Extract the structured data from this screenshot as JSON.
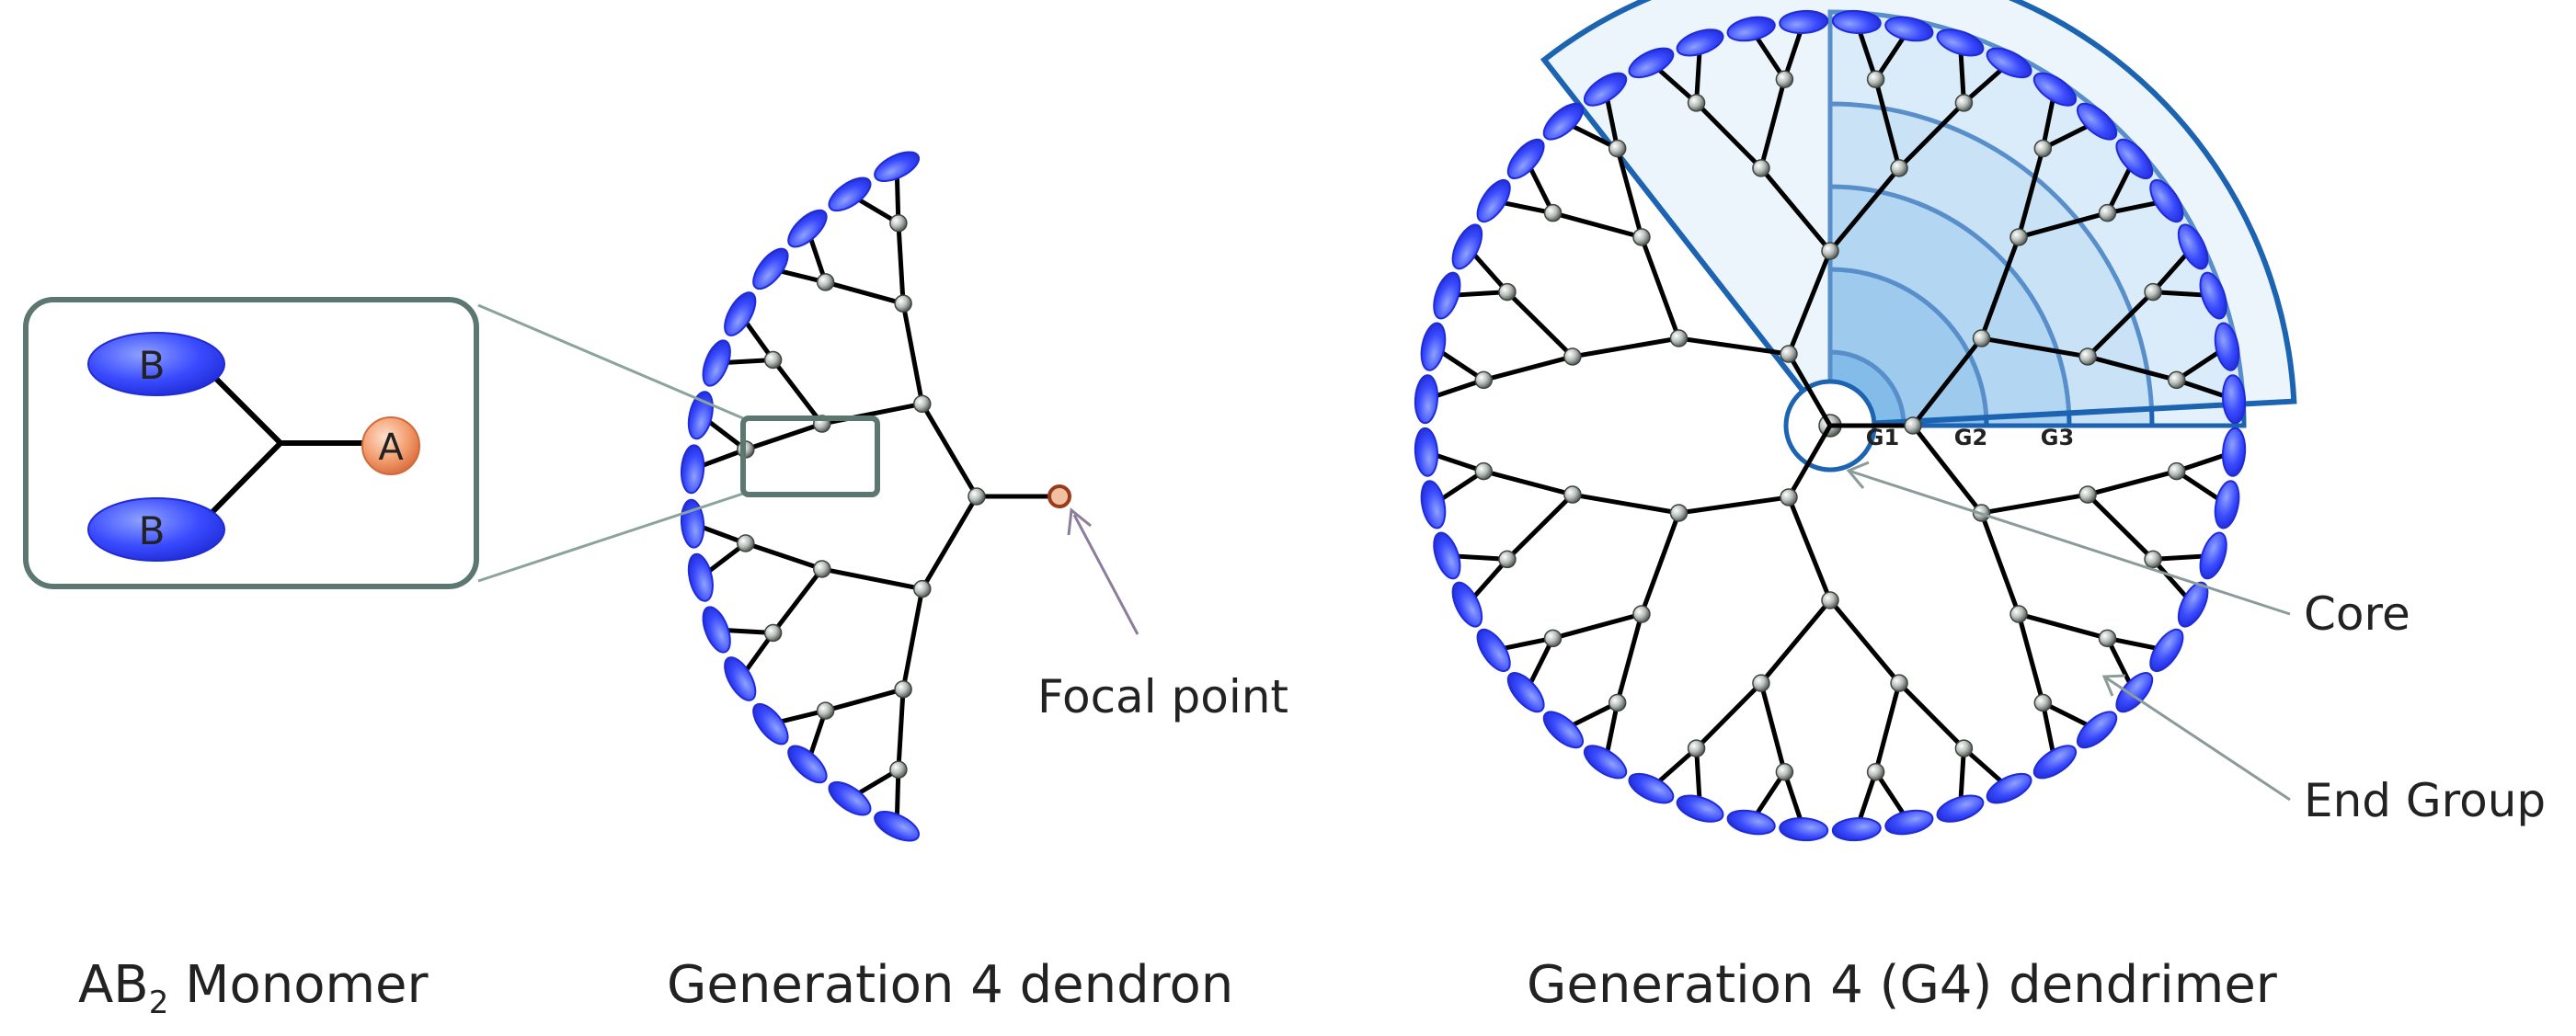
{
  "monomer": {
    "caption_main": "AB",
    "caption_sub": "2",
    "caption_rest": " Monomer",
    "node_b_top": "B",
    "node_b_bottom": "B",
    "node_a": "A"
  },
  "dendron": {
    "caption": "Generation 4 dendron",
    "focal_label": "Focal point"
  },
  "dendrimer": {
    "caption": "Generation 4 (G4) dendrimer",
    "core_label": "Core",
    "end_group_label": "End Group",
    "gen_labels": [
      "G1",
      "G2",
      "G3"
    ]
  },
  "colors": {
    "end_group": "#3a4bff",
    "sector_fill": "#c9e2f6",
    "sector_stroke": "#1c63b2",
    "box_stroke": "#5b7770",
    "focal_point": "#9a3b1a",
    "monomer_a": "#f29b6b"
  }
}
